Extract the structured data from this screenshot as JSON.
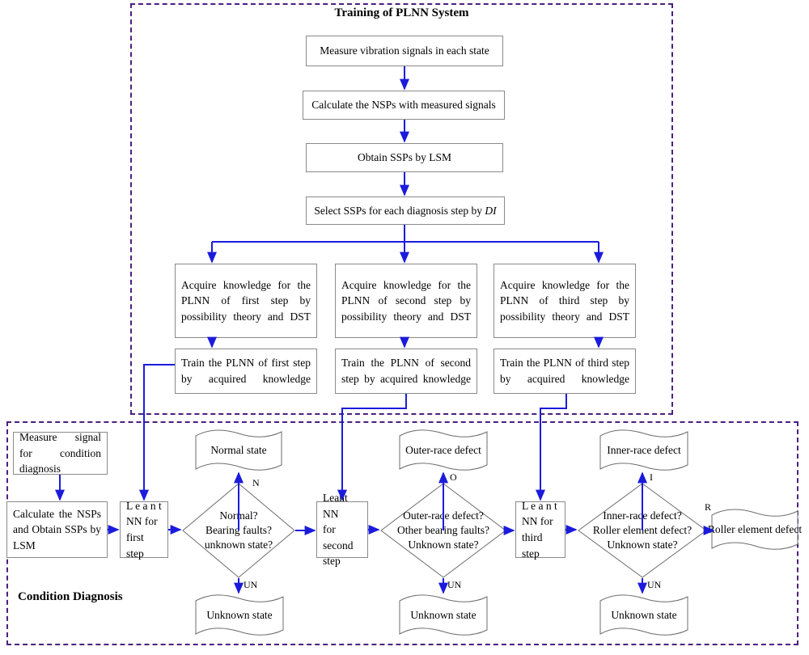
{
  "colors": {
    "frame_dashed": "#4b2080",
    "arrow": "#1b1bdc",
    "box_border": "#8a8a8a",
    "shape_border": "#6d6d6d",
    "text": "#000000",
    "background": "#ffffff"
  },
  "groups": {
    "training": {
      "title": "Training of PLNN System"
    },
    "diagnosis": {
      "title": "Condition Diagnosis"
    }
  },
  "training": {
    "steps": [
      {
        "id": "measure",
        "label": "Measure vibration signals in each state"
      },
      {
        "id": "calc_nsp",
        "label": "Calculate the NSPs with measured signals"
      },
      {
        "id": "obtain_ssp",
        "label": "Obtain SSPs by LSM"
      },
      {
        "id": "select_ssp_a",
        "label": "Select SSPs for each diagnosis step by "
      },
      {
        "id": "select_ssp_b",
        "label": "DI"
      }
    ],
    "acquire": [
      {
        "id": "acquire_first",
        "label": "Acquire knowledge for the PLNN of first step by possibility theory and DST"
      },
      {
        "id": "acquire_second",
        "label": "Acquire knowledge for the PLNN of second step by possibility theory and DST"
      },
      {
        "id": "acquire_third",
        "label": "Acquire knowledge for the PLNN of third step by possibility theory and DST"
      }
    ],
    "train": [
      {
        "id": "train_first",
        "label": "Train the PLNN of first step by acquired knowledge"
      },
      {
        "id": "train_second",
        "label": "Train the PLNN of second step by acquired knowledge"
      },
      {
        "id": "train_third",
        "label": "Train the PLNN of third step by acquired knowledge"
      }
    ]
  },
  "diagnosis": {
    "measure_box": {
      "label": "Measure signal for condition diagnosis"
    },
    "calc_box": {
      "label": "Calculate the NSPs and Obtain SSPs by LSM"
    },
    "nn_first": {
      "line1": "L e a n t",
      "line2": "NN    for",
      "line3": "first step"
    },
    "nn_second": {
      "line1": "Leant    NN",
      "line2": "for   second",
      "line3": "step"
    },
    "nn_third": {
      "line1": "L e a n t",
      "line2": "NN     for",
      "line3": "third step"
    },
    "decisions": [
      {
        "id": "decision_first",
        "lines": [
          "Normal?",
          "Bearing faults?",
          "unknown state?"
        ]
      },
      {
        "id": "decision_second",
        "lines": [
          "Outer-race defect?",
          "Other bearing faults?",
          "Unknown state?"
        ]
      },
      {
        "id": "decision_third",
        "lines": [
          "Inner-race defect?",
          "Roller element defect?",
          "Unknown state?"
        ]
      }
    ],
    "outcomes": [
      {
        "id": "normal_state",
        "label": "Normal state"
      },
      {
        "id": "unknown_state_1",
        "label": "Unknown state"
      },
      {
        "id": "outer_race_defect",
        "label": "Outer-race defect"
      },
      {
        "id": "unknown_state_2",
        "label": "Unknown state"
      },
      {
        "id": "inner_race_defect",
        "label": "Inner-race defect"
      },
      {
        "id": "unknown_state_3",
        "label": "Unknown state"
      },
      {
        "id": "roller_element_defect",
        "label": "Roller element defect"
      }
    ],
    "edge_labels": [
      {
        "id": "edge_n",
        "label": "N"
      },
      {
        "id": "edge_un1",
        "label": "UN"
      },
      {
        "id": "edge_o",
        "label": "O"
      },
      {
        "id": "edge_un2",
        "label": "UN"
      },
      {
        "id": "edge_i",
        "label": "I"
      },
      {
        "id": "edge_un3",
        "label": "UN"
      },
      {
        "id": "edge_r",
        "label": "R"
      }
    ]
  }
}
